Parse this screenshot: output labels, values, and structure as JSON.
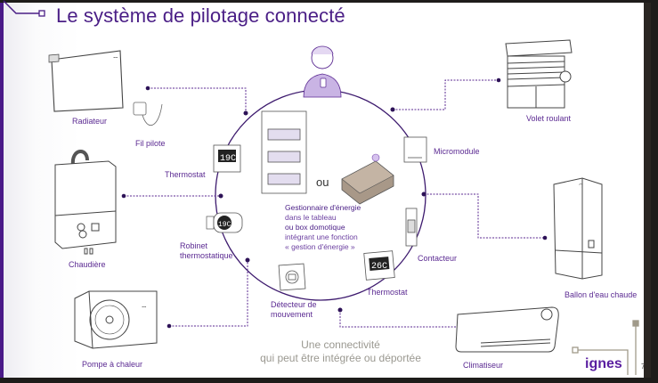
{
  "slide": {
    "title": "Le système de pilotage connecté",
    "page_number": "7",
    "brand": "ignes",
    "accent_color": "#4a1e86",
    "tagline": [
      "Une connectivité",
      "qui peut être intégrée ou déportée"
    ]
  },
  "center": {
    "or_label": "ou",
    "description": {
      "line1": "Gestionnaire d'énergie",
      "line2": "dans le tableau",
      "line3": "ou box domotique",
      "line4": "intégrant une fonction",
      "line5": "« gestion d'énergie »"
    },
    "user_icon": "person-with-phone-icon",
    "panel_icon": "electrical-panel-icon",
    "box_icon": "home-automation-box-icon"
  },
  "controls": [
    {
      "label": "Fil pilote",
      "icon": "pilot-wire-icon"
    },
    {
      "label": "Thermostat",
      "icon": "thermostat-icon",
      "display": "19C"
    },
    {
      "label": "Robinet thermostatique",
      "icon": "thermostatic-valve-icon",
      "display": "19C"
    },
    {
      "label": "Détecteur de mouvement",
      "icon": "motion-detector-icon"
    },
    {
      "label": "Thermostat",
      "icon": "thermostat-icon",
      "display": "26C"
    },
    {
      "label": "Contacteur",
      "icon": "contactor-icon"
    },
    {
      "label": "Micromodule",
      "icon": "micromodule-icon"
    }
  ],
  "devices": [
    {
      "label": "Radiateur",
      "icon": "radiator-icon"
    },
    {
      "label": "Chaudière",
      "icon": "boiler-icon"
    },
    {
      "label": "Pompe à chaleur",
      "icon": "heat-pump-icon"
    },
    {
      "label": "Climatiseur",
      "icon": "air-conditioner-icon"
    },
    {
      "label": "Ballon d'eau chaude",
      "icon": "water-heater-icon"
    },
    {
      "label": "Volet roulant",
      "icon": "roller-shutter-icon"
    }
  ]
}
